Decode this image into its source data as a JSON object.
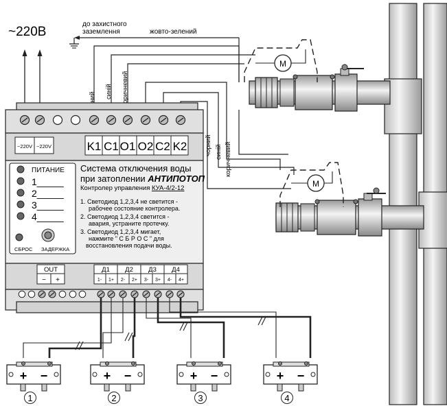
{
  "power": {
    "label": "~220В"
  },
  "ground": {
    "line1": "до захистного",
    "line2": "заземлення",
    "wire_color": "жовто-зелений"
  },
  "wires_top": {
    "black": "чорний",
    "blue": "синій",
    "brown": "коричневий"
  },
  "wires_right": {
    "black": "чорний",
    "blue": "синій",
    "brown": "коричневий"
  },
  "terminal_labels": {
    "v1": "~220V",
    "v2": "~220V",
    "k1": "K1",
    "c1": "C1",
    "o1": "O1",
    "o2": "O2",
    "c2": "C2",
    "k2": "K2"
  },
  "panel": {
    "power_label": "ПИТАНИЕ",
    "led1": "1_____",
    "led2": "2_____",
    "led3": "3_____",
    "led4": "4_____",
    "reset": "СБРОС",
    "delay": "ЗАДЕРЖКА",
    "title1": "Система отключения воды",
    "title2_a": "при затоплении ",
    "title2_b": "АНТИПОТОП",
    "subtitle_a": "Контролер управления ",
    "subtitle_b": "КУА-4/2-12",
    "inst1a": "1. Светодиод 1,2,3,4 не светится -",
    "inst1b": "рабочее состояние контролера.",
    "inst2a": "2. Светодиод 1,2,3,4  светится -",
    "inst2b": "авария, устраните протечку.",
    "inst3a": "3. Светодиод 1,2,3,4 мигает,",
    "inst3b": "нажмите \" С Б Р О С \" для",
    "inst3c": "восстановления подачи воды."
  },
  "bottom_terminals": {
    "out": "OUT",
    "out_minus": "−",
    "out_plus": "+",
    "d1": "Д1",
    "d2": "Д2",
    "d3": "Д3",
    "d4": "Д4",
    "t1": "1-",
    "t2": "1+",
    "t3": "2-",
    "t4": "2+",
    "t5": "3-",
    "t6": "3+",
    "t7": "4-",
    "t8": "4+"
  },
  "valve": {
    "motor": "M"
  },
  "sensors": [
    {
      "plus": "+",
      "minus": "−",
      "number": "1"
    },
    {
      "plus": "+",
      "minus": "−",
      "number": "2"
    },
    {
      "plus": "+",
      "minus": "−",
      "number": "3"
    },
    {
      "plus": "+",
      "minus": "−",
      "number": "4"
    }
  ]
}
